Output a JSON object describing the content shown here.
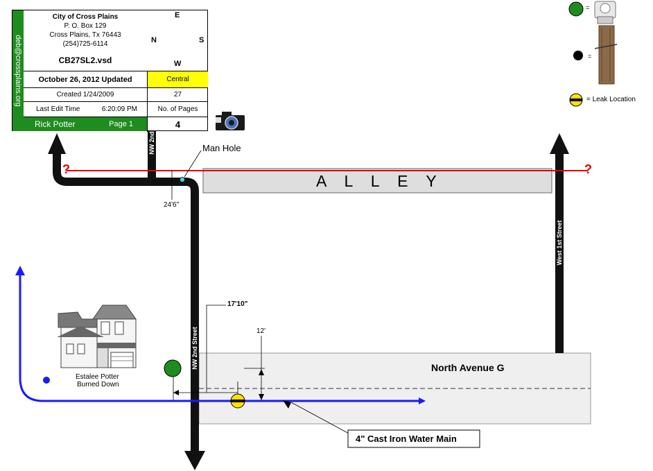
{
  "title_block": {
    "email": "deb@crossplains.org",
    "city": "City of Cross Plains",
    "po_box": "P. O. Box 129",
    "city_state": "Cross Plains, Tx  76443",
    "phone": "(254)725-6114",
    "filename": "CB27SL2.vsd",
    "updated": "October 26, 2012 Updated",
    "region": "Central",
    "created": "Created 1/24/2009",
    "created_value": "27",
    "last_edit_label": "Last Edit Time",
    "last_edit_time": "6:20:09 PM",
    "pages_label": "No. of Pages",
    "author": "Rick Potter",
    "page": "Page 1",
    "pages_count": "4"
  },
  "compass": {
    "e": "E",
    "n": "N",
    "s": "S",
    "w": "W"
  },
  "legend": {
    "eq1": "=",
    "eq2": "=",
    "leak": "= Leak Location"
  },
  "labels": {
    "manhole": "Man Hole",
    "dim_246": "24'6\"",
    "dim_1710": "17'10\"",
    "dim_12": "12'",
    "alley": "A L L E Y",
    "nw2_top": "NW 2nd",
    "nw2_street": "NW 2nd Street",
    "west1": "West 1st Street",
    "north_ave": "North Avenue G",
    "house_1": "Estalee Potter",
    "house_2": "Burned Down",
    "water_main": "4\" Cast Iron Water Main",
    "q1": "?",
    "q2": "?"
  },
  "colors": {
    "green": "#1e8c1e",
    "yellow": "#ffff00",
    "red": "#e00000",
    "blue": "#1a1aff",
    "street": "#dedede"
  }
}
